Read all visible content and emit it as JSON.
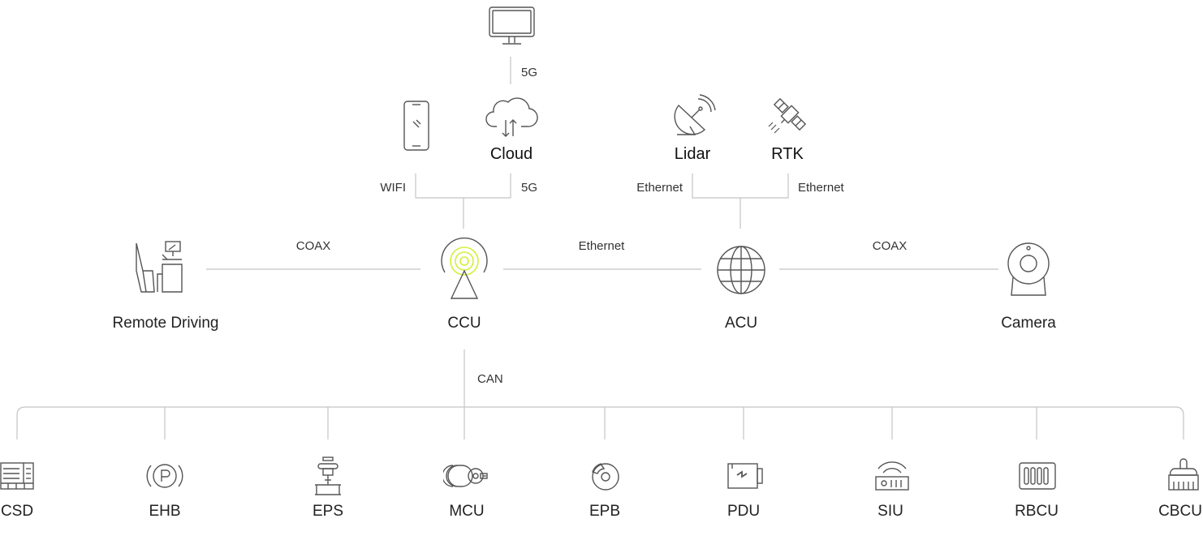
{
  "top": {
    "monitor": {
      "icon": "monitor-icon"
    },
    "link_monitor_cloud": "5G",
    "phone": {
      "icon": "smartphone-icon"
    },
    "cloud": {
      "label": "Cloud",
      "icon": "cloud-icon"
    },
    "lidar": {
      "label": "Lidar",
      "icon": "lidar-icon"
    },
    "rtk": {
      "label": "RTK",
      "icon": "satellite-icon"
    },
    "link_phone": "WIFI",
    "link_cloud": "5G",
    "link_lidar": "Ethernet",
    "link_rtk": "Ethernet"
  },
  "middle": {
    "remote": {
      "label": "Remote Driving",
      "icon": "remote-driving-seat-icon"
    },
    "ccu": {
      "label": "CCU",
      "icon": "antenna-signal-icon",
      "accent": "#d4ef3a"
    },
    "acu": {
      "label": "ACU",
      "icon": "globe-icon"
    },
    "camera": {
      "label": "Camera",
      "icon": "camera-icon"
    },
    "link_remote_ccu": "COAX",
    "link_ccu_acu": "Ethernet",
    "link_acu_camera": "COAX",
    "link_bus": "CAN"
  },
  "bottom": [
    {
      "label": "CSD",
      "icon": "display-panel-icon"
    },
    {
      "label": "EHB",
      "icon": "parking-brake-icon"
    },
    {
      "label": "EPS",
      "icon": "steering-column-icon"
    },
    {
      "label": "MCU",
      "icon": "motor-icon"
    },
    {
      "label": "EPB",
      "icon": "brake-disc-icon"
    },
    {
      "label": "PDU",
      "icon": "power-unit-icon"
    },
    {
      "label": "SIU",
      "icon": "signal-unit-icon"
    },
    {
      "label": "RBCU",
      "icon": "battery-module-icon"
    },
    {
      "label": "CBCU",
      "icon": "brush-icon"
    }
  ],
  "colors": {
    "line": "#bdbdbd",
    "icon": "#555555",
    "accent": "#d4ef3a"
  }
}
